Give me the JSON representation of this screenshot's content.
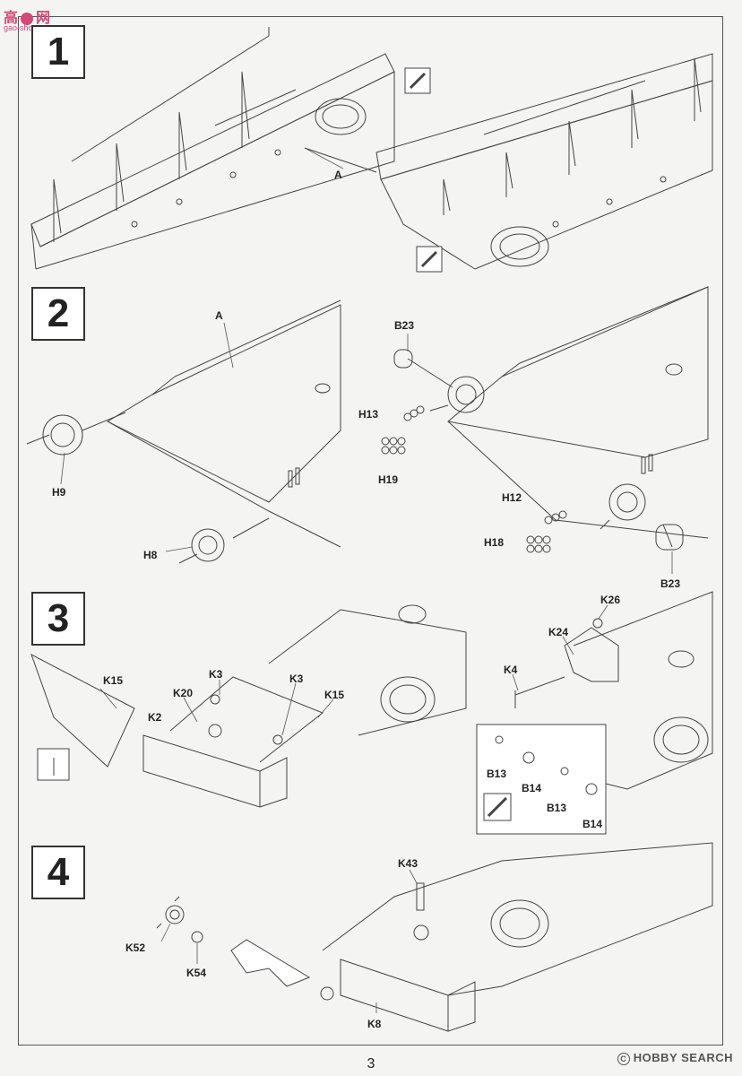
{
  "watermark_top": {
    "chars": "高",
    "chars2": "网",
    "url": "gao-shou.com"
  },
  "steps": [
    {
      "number": "1",
      "labels": [
        "A"
      ]
    },
    {
      "number": "2",
      "labels": [
        "A",
        "H9",
        "H8",
        "B23",
        "H13",
        "H19",
        "H12",
        "H18",
        "B23"
      ]
    },
    {
      "number": "3",
      "labels": [
        "K15",
        "K20",
        "K3",
        "K3",
        "K15",
        "K2",
        "K26",
        "K24",
        "K4",
        "B13",
        "B14",
        "B13",
        "B14"
      ]
    },
    {
      "number": "4",
      "labels": [
        "K43",
        "K52",
        "K54",
        "K8"
      ]
    }
  ],
  "page_number": "3",
  "watermark_bottom": {
    "symbol": "C",
    "text": "HOBBY SEARCH"
  }
}
